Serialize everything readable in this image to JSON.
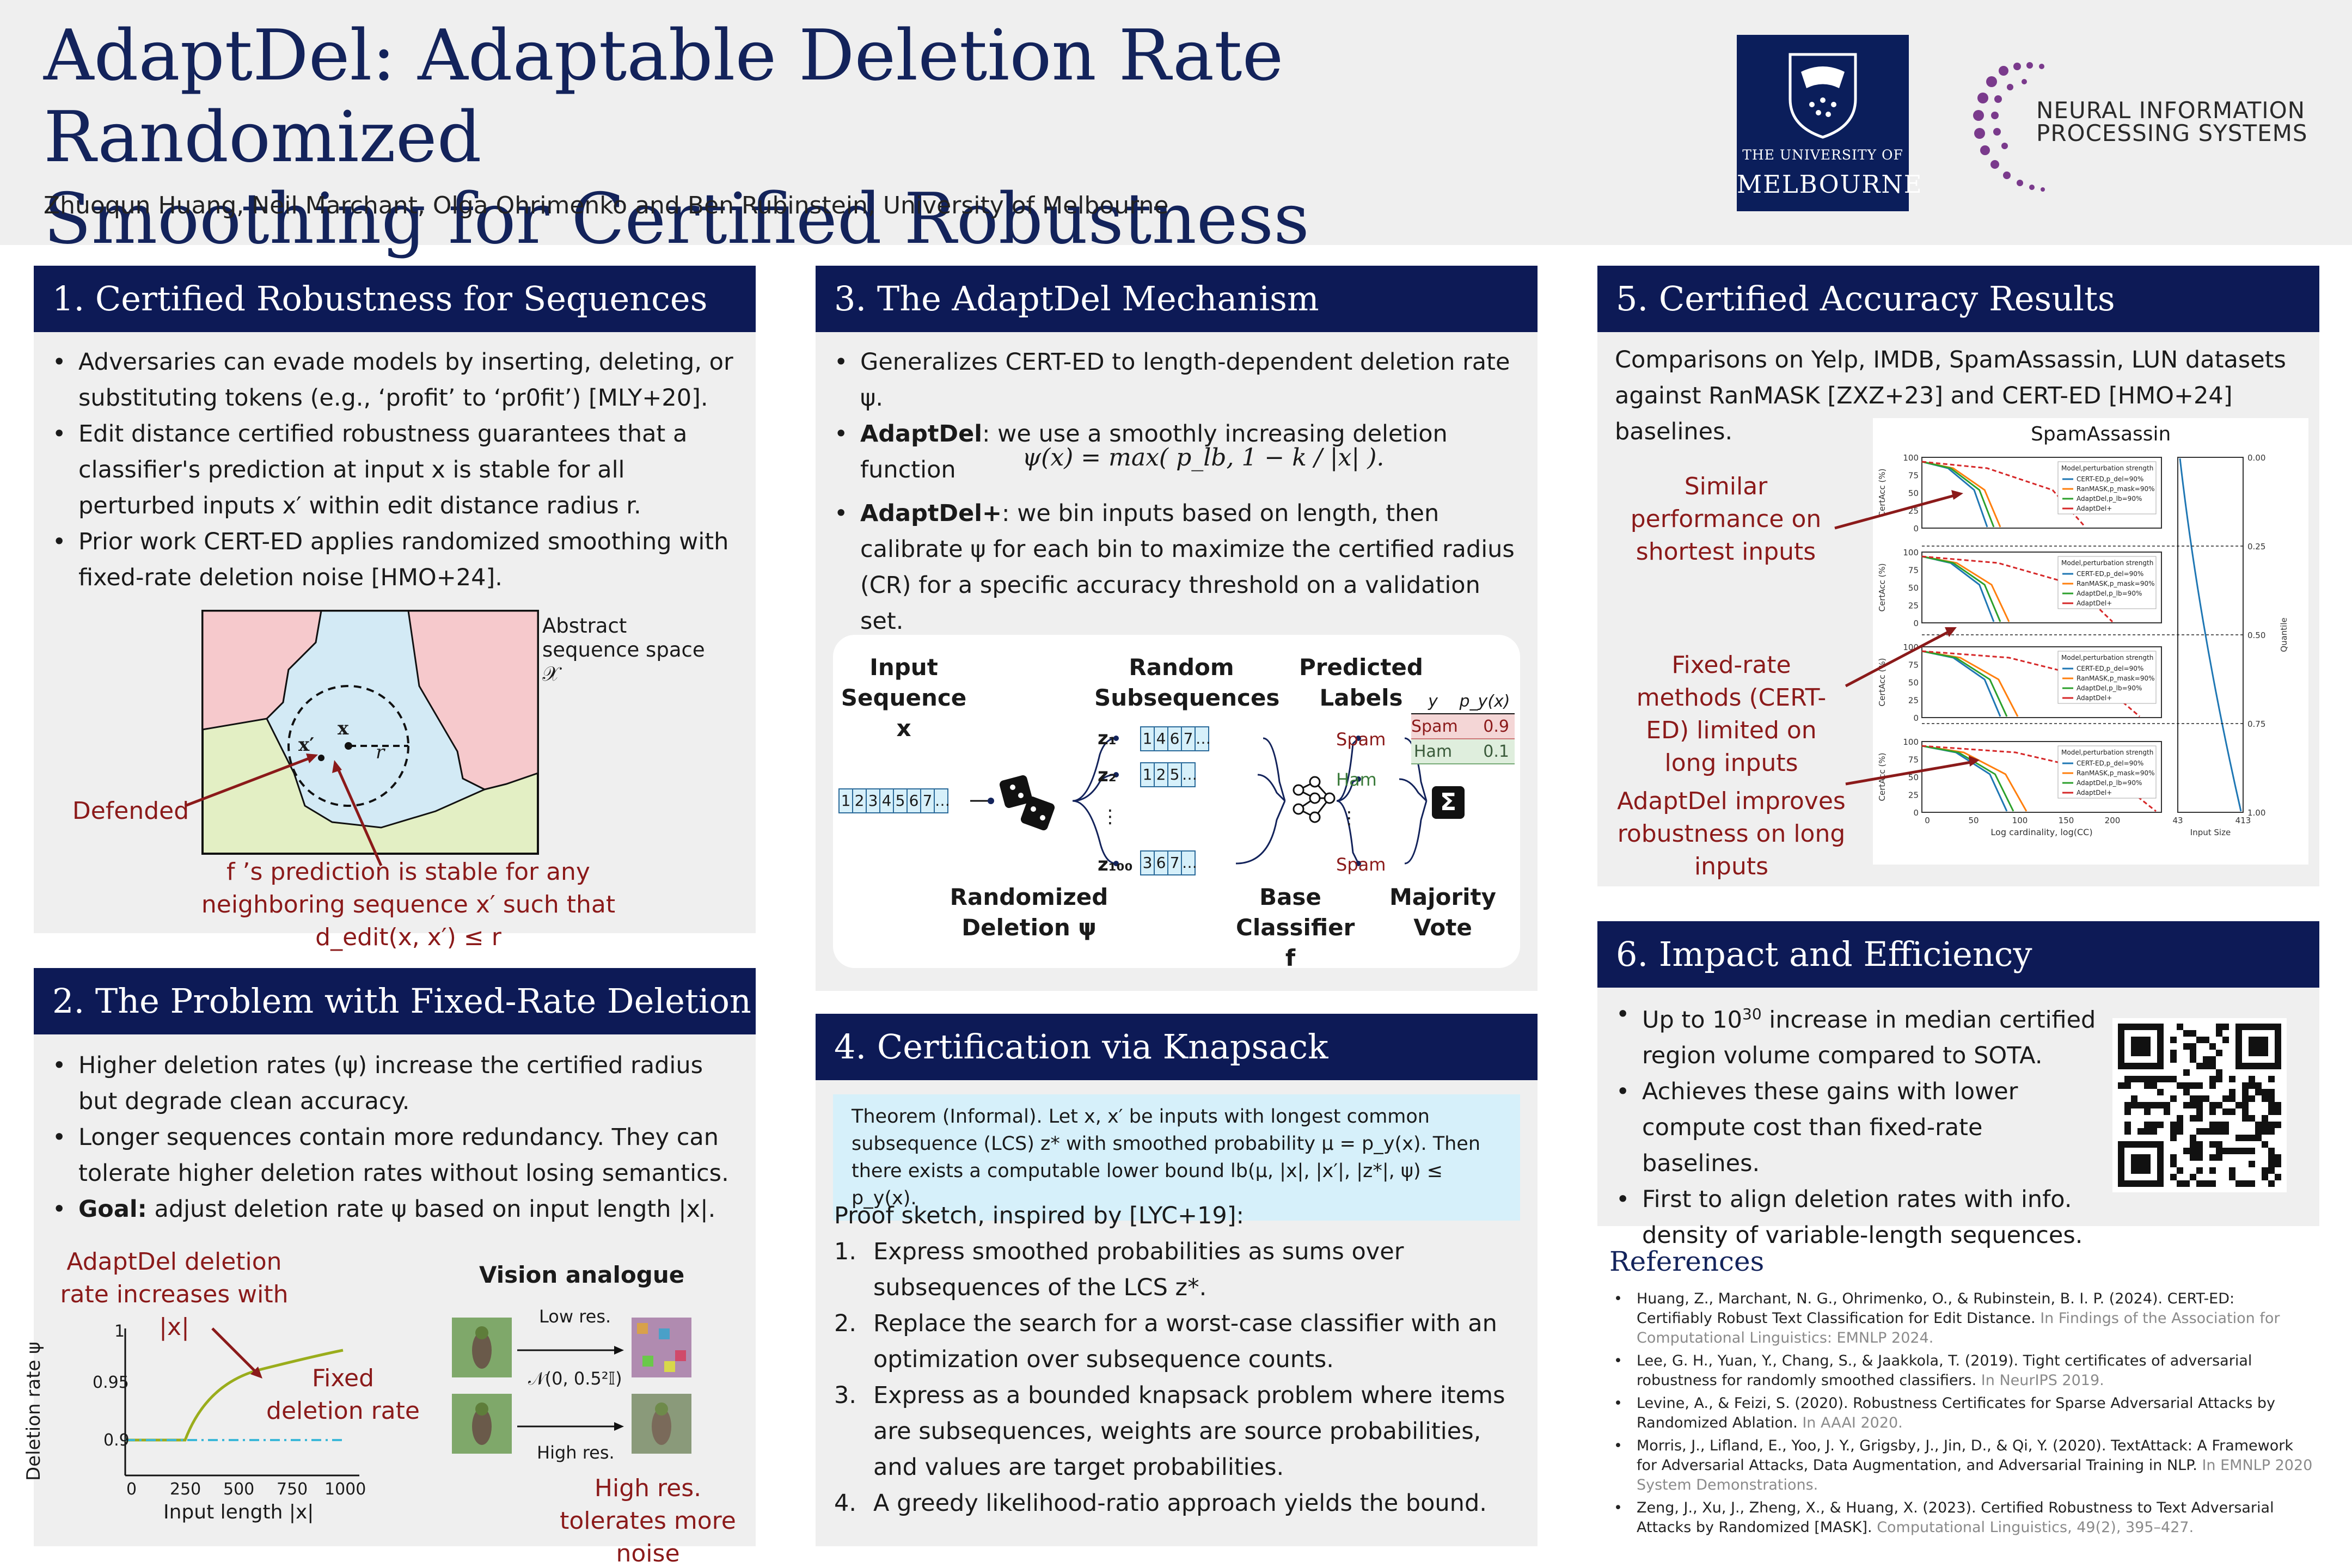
{
  "header": {
    "title_line1": "AdaptDel: Adaptable Deletion Rate Randomized",
    "title_line2": "Smoothing for Certified Robustness",
    "authors": "Zhuoqun Huang, Neil Marchant, Olga Ohrimenko and Ben Rubinstein, University of Melbourne",
    "uom_line1": "THE UNIVERSITY OF",
    "uom_line2": "MELBOURNE",
    "neurips_line1": "NEURAL INFORMATION",
    "neurips_line2": "PROCESSING SYSTEMS"
  },
  "colors": {
    "navy": "#0d1a56",
    "panel": "#efefef",
    "accent_red": "#8b1a1a",
    "theorem_bg": "#d6f0fa"
  },
  "s1": {
    "title": "1. Certified Robustness for Sequences",
    "b1": "Adversaries can evade models by inserting, deleting, or substituting tokens (e.g., ‘profit’ to ‘pr0fit’) [MLY+20].",
    "b2": "Edit distance certified robustness guarantees that a classifier's prediction at input x is stable for all perturbed inputs x′ within edit distance radius r.",
    "b3": "Prior work CERT-ED applies randomized smoothing with fixed-rate deletion noise [HMO+24].",
    "space_label": "Abstract sequence space 𝒳",
    "x_label": "x",
    "xp_label": "x′",
    "r_label": "r",
    "defended": "Defended",
    "stable_note": "f ’s prediction is stable for any neighboring sequence x′ such that d_edit(x, x′) ≤ r"
  },
  "s2": {
    "title": "2. The Problem with Fixed-Rate Deletion",
    "b1": "Higher deletion rates (ψ) increase the certified radius but degrade clean accuracy.",
    "b2": "Longer sequences contain more redundancy. They can tolerate higher deletion rates without losing semantics.",
    "b3_bold": "Goal:",
    "b3": " adjust deletion rate ψ based on input length |x|.",
    "ann_adaptdel": "AdaptDel deletion rate increases with |x|",
    "ann_fixed": "Fixed deletion rate",
    "ylabel": "Deletion rate ψ",
    "xlabel": "Input length |x|",
    "xticks": [
      "0",
      "250",
      "500",
      "750",
      "1000"
    ],
    "yticks": [
      "1",
      "0.95",
      "0.9"
    ],
    "vision_title": "Vision analogue",
    "low_res": "Low res.",
    "high_res": "High res.",
    "noise": "𝒩(0, 0.5²𝕀)",
    "ann_highres": "High res. tolerates more noise"
  },
  "s3": {
    "title": "3. The AdaptDel Mechanism",
    "b1": "Generalizes CERT-ED to length-dependent deletion rate ψ.",
    "b2_bold": "AdaptDel",
    "b2": ": we use a smoothly increasing deletion function",
    "formula": "ψ(x) = max( p_lb, 1 − k / |x| ).",
    "b3_bold": "AdaptDel+",
    "b3": ": we bin inputs based on length, then calibrate ψ for each bin to maximize the certified radius (CR) for a specific accuracy threshold on a validation set.",
    "diag": {
      "input_label": "Input Sequence x",
      "random_label": "Random Subsequences",
      "pred_label": "Predicted Labels",
      "rand_del": "Randomized Deletion ψ",
      "base_clf": "Base Classifier f",
      "maj_vote": "Majority Vote",
      "seq": [
        "1",
        "2",
        "3",
        "4",
        "5",
        "6",
        "7",
        "…"
      ],
      "z1": "z₁",
      "z2": "z₂",
      "zdots": "⋮",
      "z100": "z₁₀₀",
      "z1_seq": [
        "1",
        "4",
        "6",
        "7",
        "…"
      ],
      "z2_seq": [
        "1",
        "2",
        "5",
        "…"
      ],
      "z100_seq": [
        "3",
        "6",
        "7",
        "…"
      ],
      "labels": [
        "Spam",
        "Ham",
        "⋮",
        "Spam"
      ],
      "table_h1": "y",
      "table_h2": "p_y(x)",
      "rows": [
        {
          "y": "Spam",
          "p": "0.9"
        },
        {
          "y": "Ham",
          "p": "0.1"
        }
      ],
      "sigma": "Σ"
    }
  },
  "s4": {
    "title": "4. Certification via Knapsack",
    "theorem": "Theorem (Informal). Let x, x′ be inputs with longest common subsequence (LCS) z* with smoothed probability μ = p_y(x). Then there exists a computable lower bound lb(μ, |x|, |x′|, |z*|, ψ) ≤ p_y(x).",
    "proof_intro": "Proof sketch, inspired by [LYC+19]:",
    "steps": [
      "Express smoothed probabilities as sums over subsequences of the LCS z*.",
      "Replace the search for a worst-case classifier with an optimization over subsequence counts.",
      "Express as a bounded knapsack problem where items are subsequences, weights are source probabilities, and values are target probabilities.",
      "A greedy likelihood-ratio approach yields the bound."
    ],
    "step_nums": [
      "1.",
      "2.",
      "3.",
      "4."
    ]
  },
  "s5": {
    "title": "5. Certified Accuracy Results",
    "intro": "Comparisons on Yelp, IMDB, SpamAssassin, LUN datasets against RanMASK [ZXZ+23] and CERT-ED [HMO+24] baselines.",
    "ann1": "Similar performance on shortest inputs",
    "ann2": "Fixed-rate methods (CERT-ED) limited on long inputs",
    "ann3": "AdaptDel improves robustness on long inputs",
    "chart_title": "SpamAssassin",
    "xlabel": "Log cardinality, log(CC)",
    "ylabel": "CertAcc (%)",
    "xticks": [
      "0",
      "50",
      "100",
      "150",
      "200"
    ],
    "yticks": [
      "100",
      "75",
      "50",
      "25",
      "0"
    ],
    "quantile_ticks": [
      "0.00",
      "0.25",
      "0.50",
      "0.75",
      "1.00"
    ],
    "quantile_label": "Quantile",
    "input_size_label": "Input Size",
    "input_size_ticks": [
      "43",
      "413"
    ],
    "legend_title": "Model,perturbation strength",
    "legend": [
      "CERT-ED,p_del=90%",
      "RanMASK,p_mask=90%",
      "AdaptDel,p_lb=90%",
      "AdaptDel+"
    ]
  },
  "s6": {
    "title": "6. Impact and Efficiency",
    "b1_pre": "Up to 10",
    "b1_sup": "30",
    "b1_post": " increase in median certified region volume compared to SOTA.",
    "b2": "Achieves these gains with lower compute cost than fixed-rate baselines.",
    "b3": "First to align deletion rates with info. density of variable-length sequences."
  },
  "refs": {
    "heading": "References",
    "items": [
      {
        "main": "Huang, Z., Marchant, N. G., Ohrimenko, O., & Rubinstein, B. I. P. (2024). CERT-ED: Certifiably Robust Text Classification for Edit Distance. ",
        "venue": "In Findings of the Association for Computational Linguistics: EMNLP 2024."
      },
      {
        "main": "Lee, G. H., Yuan, Y., Chang, S., & Jaakkola, T. (2019). Tight certificates of adversarial robustness for randomly smoothed classifiers. ",
        "venue": "In NeurIPS 2019."
      },
      {
        "main": "Levine, A., & Feizi, S. (2020). Robustness Certificates for Sparse Adversarial Attacks by Randomized Ablation. ",
        "venue": "In AAAI 2020."
      },
      {
        "main": "Morris, J., Lifland, E., Yoo, J. Y., Grigsby, J., Jin, D., & Qi, Y. (2020). TextAttack: A Framework for Adversarial Attacks, Data Augmentation, and Adversarial Training in NLP. ",
        "venue": "In EMNLP 2020 System Demonstrations."
      },
      {
        "main": "Zeng, J., Xu, J., Zheng, X., & Huang, X. (2023). Certified Robustness to Text Adversarial Attacks by Randomized [MASK]. ",
        "venue": "Computational Linguistics, 49(2), 395–427."
      }
    ]
  }
}
